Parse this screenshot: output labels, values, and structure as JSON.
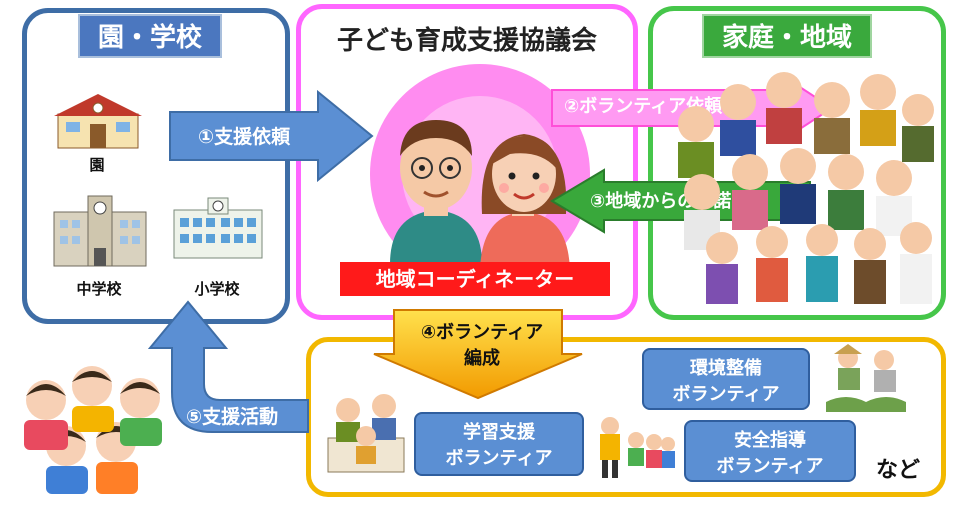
{
  "school": {
    "title": "園・学校",
    "kindergarten": "園",
    "junior_high": "中学校",
    "elementary": "小学校"
  },
  "council": {
    "title": "子ども育成支援協議会",
    "coordinator": "地域コーディネーター"
  },
  "home": {
    "title": "家庭・地域"
  },
  "steps": {
    "step1": "①支援依頼",
    "step2": "②ボランティア依頼",
    "step3": "③地域からの承諾",
    "step4_line1": "④ボランティア",
    "step4_line2": "編成",
    "step5": "⑤支援活動"
  },
  "volunteers": {
    "learning_line1": "学習支援",
    "learning_line2": "ボランティア",
    "environment_line1": "環境整備",
    "environment_line2": "ボランティア",
    "safety_line1": "安全指導",
    "safety_line2": "ボランティア",
    "etc": "など"
  },
  "colors": {
    "school_blue": "#3e6da6",
    "council_pink": "#ff66ff",
    "home_green": "#46c64a",
    "volunteer_gold": "#f2b800",
    "coordinator_red": "#ff1a1a"
  }
}
